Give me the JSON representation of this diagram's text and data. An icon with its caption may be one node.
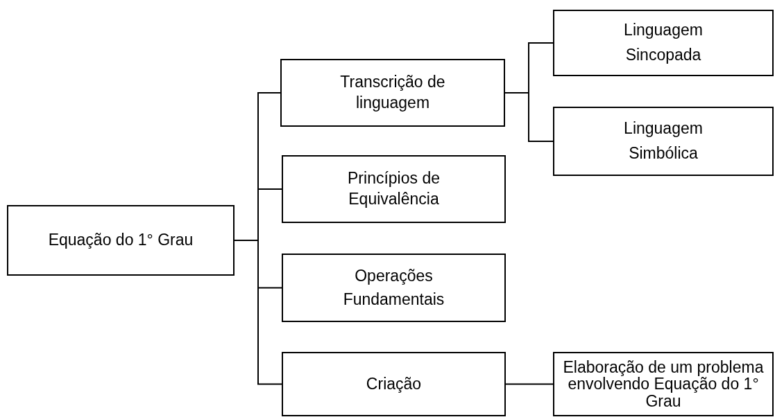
{
  "diagram": {
    "nodes": [
      {
        "text": [
          "Equação do 1° Grau"
        ]
      },
      {
        "text": [
          "Transcrição de linguagem"
        ]
      },
      {
        "text": [
          "Princípios de Equivalência"
        ]
      },
      {
        "text": [
          "Operações Fundamentais"
        ]
      },
      {
        "text": [
          "Criação"
        ]
      },
      {
        "text": [
          "Linguagem Sincopada"
        ]
      },
      {
        "text": [
          "Linguagem Simbólica"
        ]
      },
      {
        "text": [
          "Elaboração de um problema envolvendo Equação do 1° Grau"
        ]
      }
    ],
    "edges": [
      {
        "from": 0,
        "to": 1,
        "arrow": "none"
      },
      {
        "from": 0,
        "to": 2,
        "arrow": "none"
      },
      {
        "from": 0,
        "to": 3,
        "arrow": "none"
      },
      {
        "from": 0,
        "to": 4,
        "arrow": "none"
      },
      {
        "from": 1,
        "to": 5,
        "arrow": "none"
      },
      {
        "from": 1,
        "to": 6,
        "arrow": "none"
      },
      {
        "from": 4,
        "to": 7,
        "arrow": "none"
      }
    ]
  }
}
